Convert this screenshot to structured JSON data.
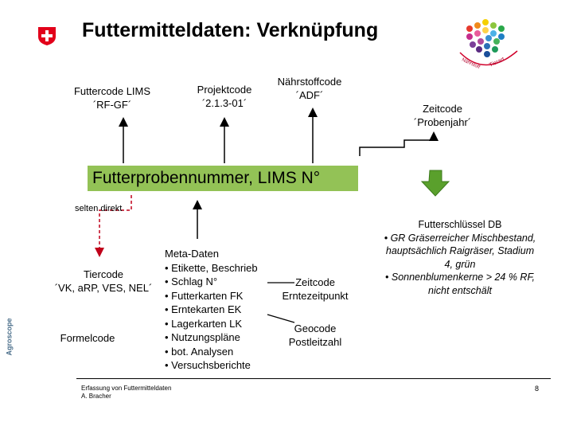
{
  "header": {
    "title": "Futtermitteldaten: Verknüpfung"
  },
  "logo": {
    "icon": "swiss-cross-icon",
    "color": "#E2001A"
  },
  "cube_logo": {
    "labels": [
      "Tierart"
    ]
  },
  "top_codes": [
    {
      "name": "Futtercode LIMS",
      "value": "´RF-GF´"
    },
    {
      "name": "Projektcode",
      "value": "´2.1.3-01´"
    },
    {
      "name": "Nährstoffcode",
      "value": "´ADF´"
    },
    {
      "name": "Zeitcode",
      "value": "´Probenjahr´"
    }
  ],
  "banner": {
    "text": "Futterprobennummer, LIMS N°",
    "color": "#93C256"
  },
  "selten": "selten direkt",
  "left_codes": {
    "tiercode_name": "Tiercode",
    "tiercode_value": "´VK, aRP, VES, NEL´",
    "formelcode": "Formelcode"
  },
  "meta": {
    "title": "Meta-Daten",
    "items": [
      "• Etikette, Beschrieb",
      "• Schlag N°",
      "• Futterkarten FK",
      "• Erntekarten EK",
      "• Lagerkarten LK",
      "• Nutzungspläne",
      "• bot. Analysen",
      "• Versuchsberichte"
    ]
  },
  "zeitcode2": {
    "name": "Zeitcode",
    "value": "Erntezeitpunkt"
  },
  "geocode": {
    "name": "Geocode",
    "value": "Postleitzahl"
  },
  "futterschluessel": {
    "title": "Futterschlüssel DB",
    "line1": "• GR Gräserreicher Mischbestand,",
    "line2": "hauptsächlich Raigräser, Stadium",
    "line3": "4, grün",
    "line4": "• Sonnenblumenkerne > 24 % RF,",
    "line5": "nicht entschält"
  },
  "sidebar": {
    "brand": "Agroscope"
  },
  "footer": {
    "line1": "Erfassung von Futtermitteldaten",
    "line2": "A. Bracher",
    "page": "8"
  },
  "colors": {
    "arrow_red": "#C0001A",
    "arrow_green": "#5AA02C",
    "banner": "#93C256"
  }
}
